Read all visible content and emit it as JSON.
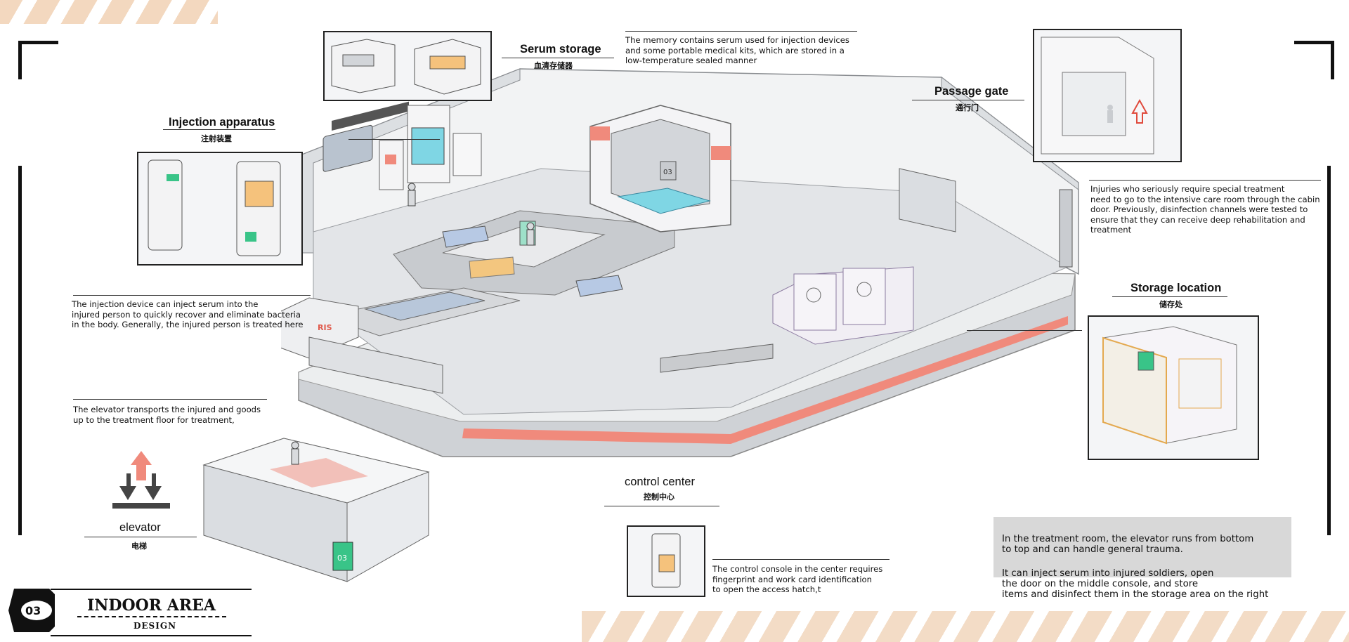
{
  "colors": {
    "accent": "#f08a7c",
    "stripe": "#f3d8bf",
    "ink": "#111111",
    "panel": "#d8d8d8",
    "screen": "#7fd6e4",
    "green": "#39c488"
  },
  "serum": {
    "title": "Serum storage",
    "subtitle": "血清存储器",
    "desc": "The memory contains serum used for injection devices\nand some portable medical kits, which are stored in a\nlow-temperature sealed manner"
  },
  "injection": {
    "title": "Injection apparatus",
    "subtitle": "注射装置",
    "desc": "The injection device can inject serum into the\n injured person to quickly recover and eliminate bacteria\n in the body. Generally, the injured person is treated here"
  },
  "passage": {
    "title": "Passage gate",
    "subtitle": "通行门",
    "desc": "Injuries who seriously require special treatment\nneed to go to the intensive care room through the cabin\ndoor. Previously, disinfection channels were tested to\nensure that they can receive deep rehabilitation and\ntreatment"
  },
  "storage": {
    "title": "Storage location",
    "subtitle": "储存处"
  },
  "elevator": {
    "desc": "The elevator transports the injured and goods\nup to the treatment floor for treatment,",
    "title": "elevator",
    "subtitle": "电梯",
    "badge": "03"
  },
  "control": {
    "title": "control center",
    "subtitle": "控制中心",
    "desc": "The control console in the center requires\n fingerprint and work card identification\nto open the access hatch,t"
  },
  "notes": {
    "p1": "In the treatment room, the elevator runs from bottom\nto top and can handle general trauma.",
    "p2": "It can inject serum into injured soldiers, open\nthe door on the middle console, and store\nitems and disinfect them in the storage area on the right"
  },
  "logo": {
    "number": "03",
    "title": "INDOOR AREA",
    "subtitle": "DESIGN"
  },
  "room": {
    "door_sign": "03",
    "brand": "RIS"
  }
}
